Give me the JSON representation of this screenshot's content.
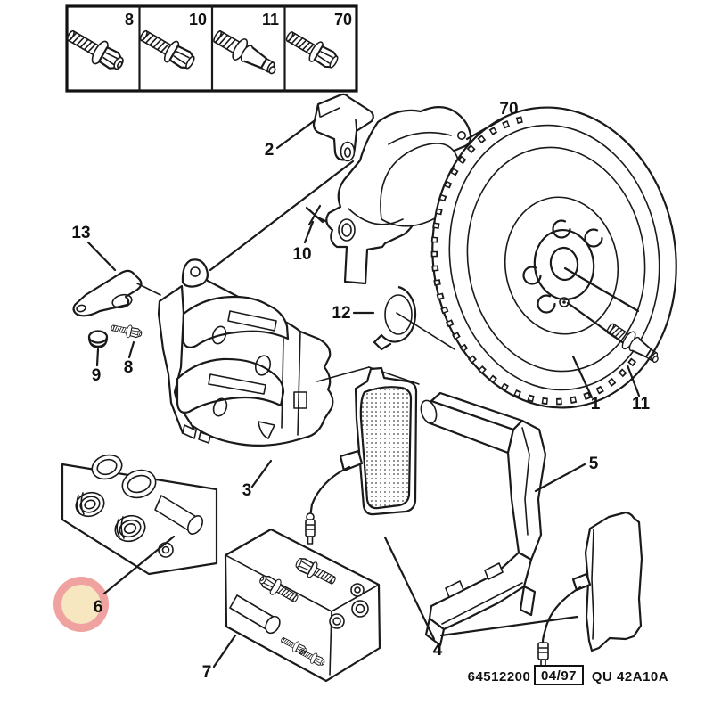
{
  "legend": {
    "items": [
      "8",
      "10",
      "11",
      "70"
    ]
  },
  "callouts": {
    "p1": "1",
    "p2": "2",
    "p3": "3",
    "p4": "4",
    "p5": "5",
    "p6": "6",
    "p7": "7",
    "p8": "8",
    "p9": "9",
    "p10": "10",
    "p11": "11",
    "p12": "12",
    "p13": "13",
    "p70": "70"
  },
  "footer": {
    "doc_number": "64512200",
    "date": "04/97",
    "code": "QU 42A10A"
  },
  "highlight": {
    "ring_color": "#efa2a0",
    "fill_color": "#f6e7c0"
  }
}
